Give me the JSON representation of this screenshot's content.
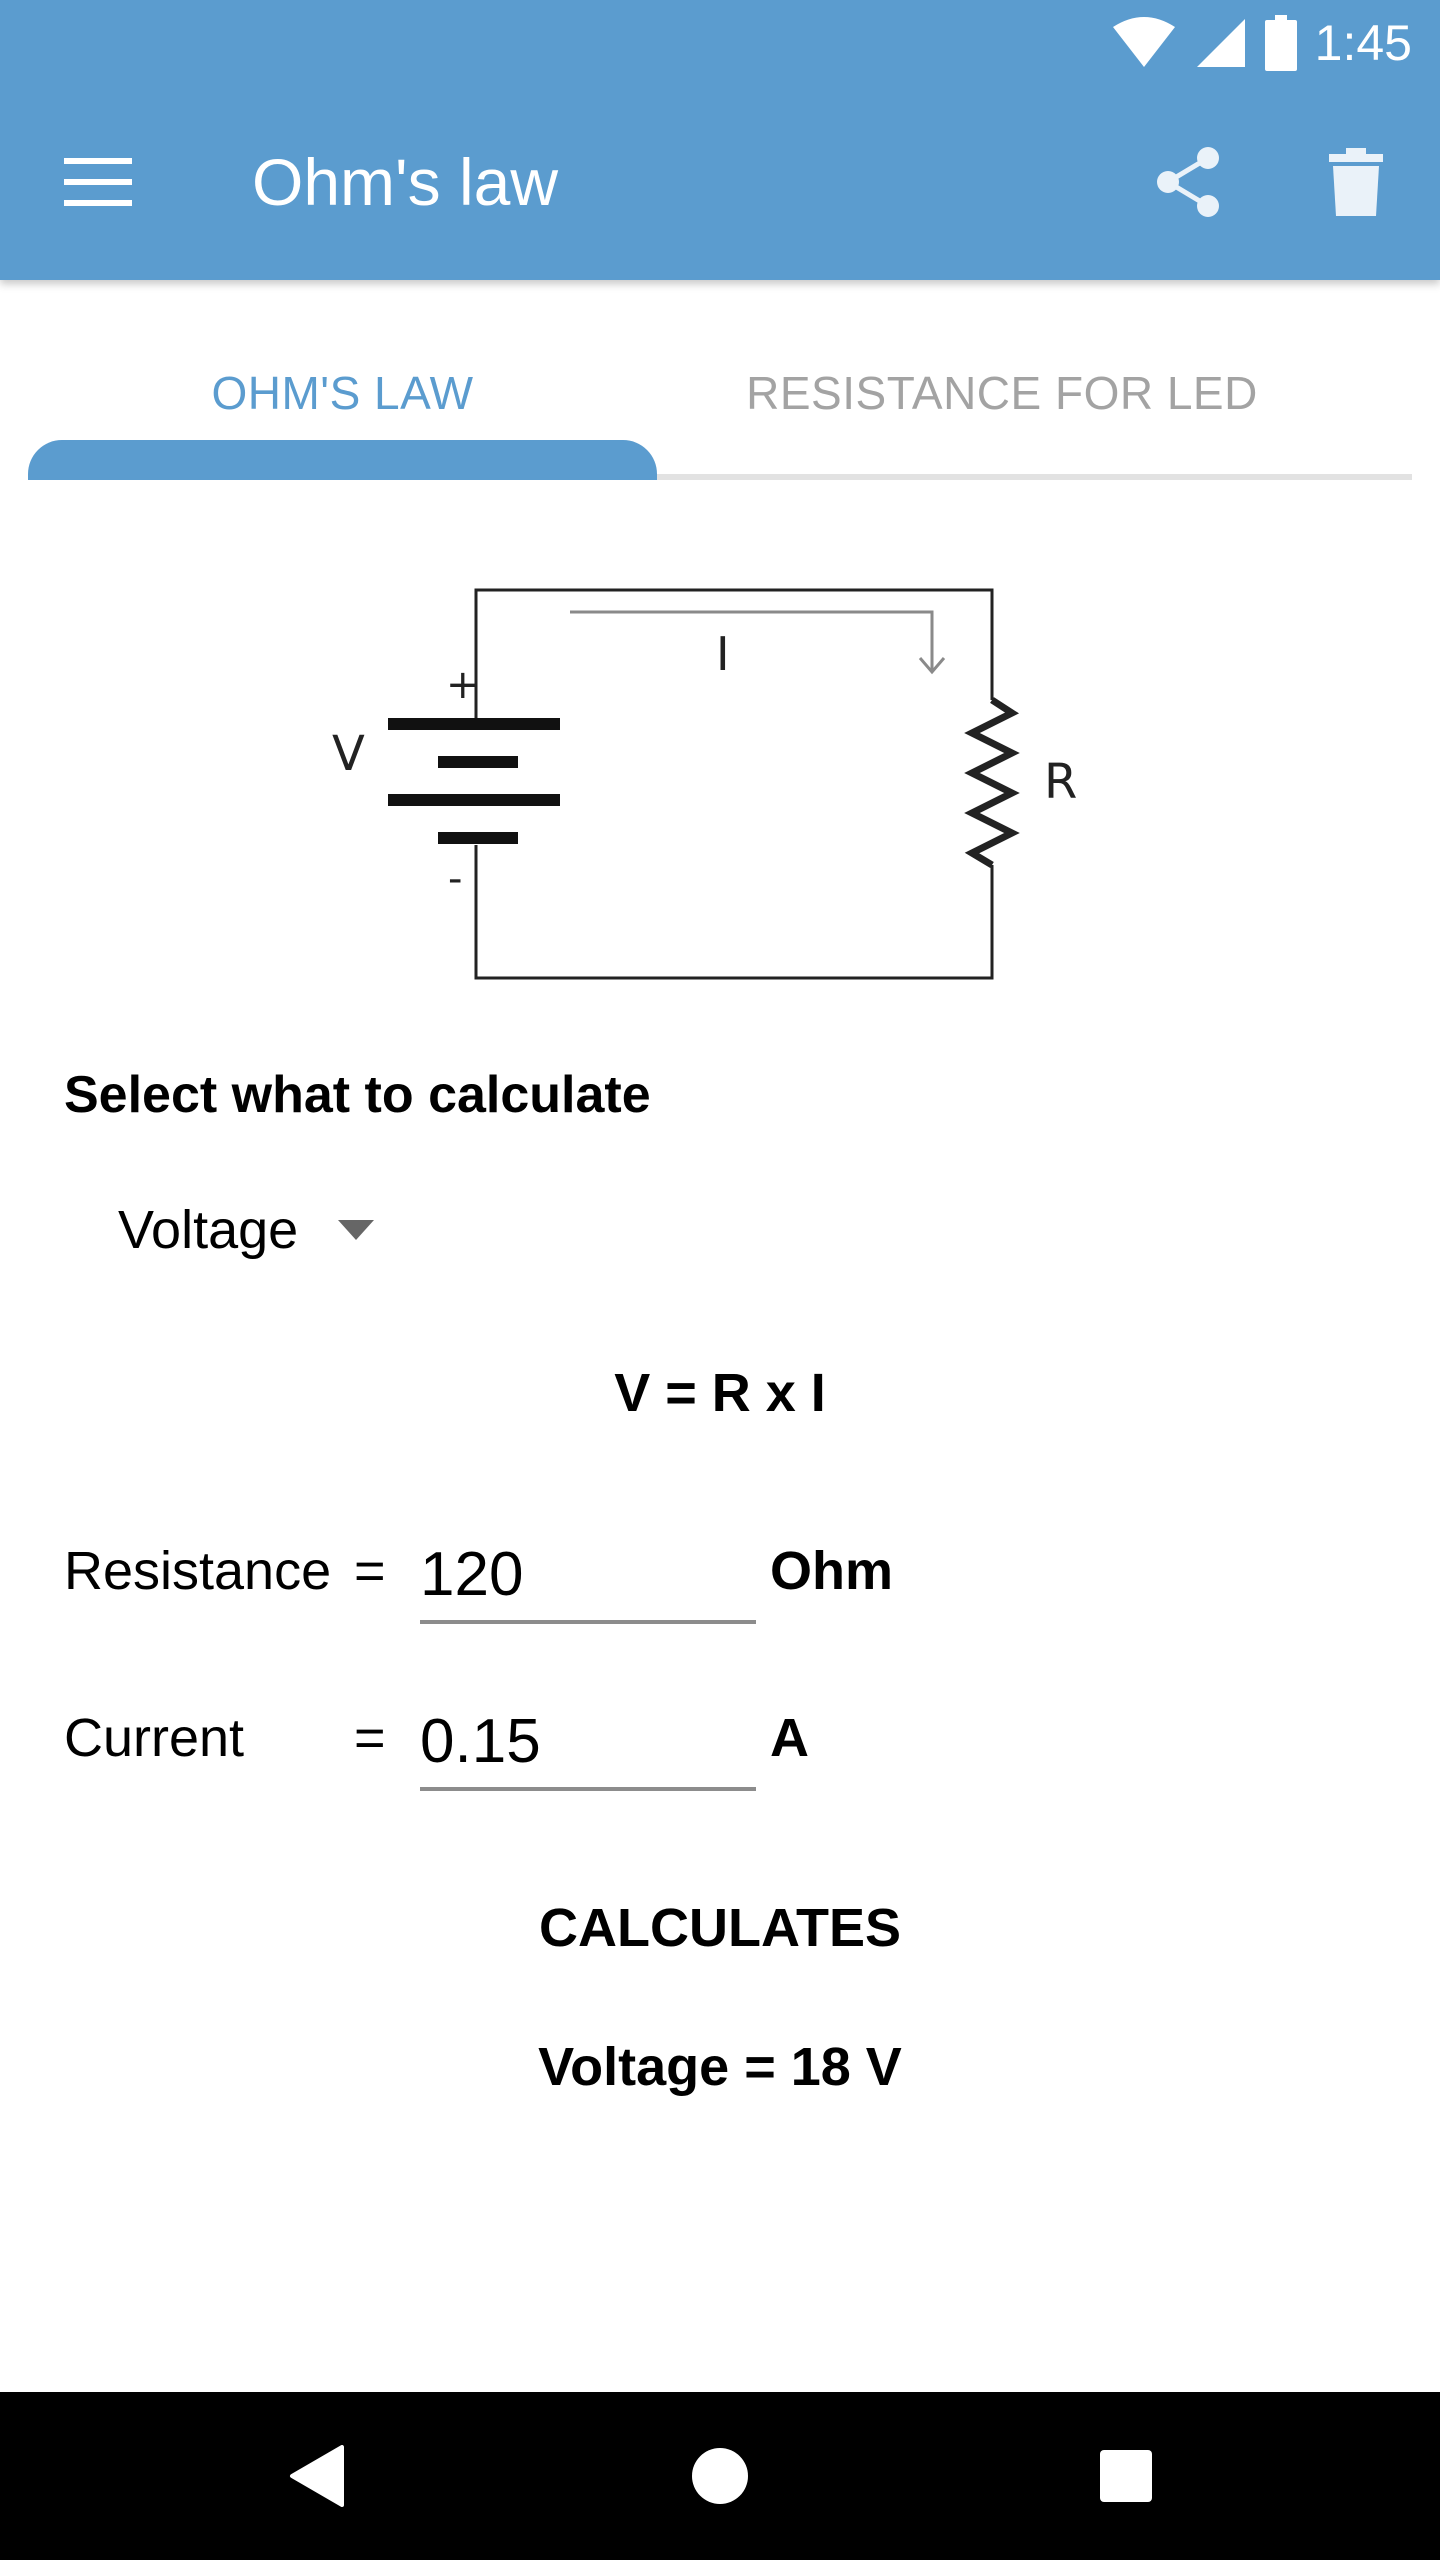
{
  "status_bar": {
    "time": "1:45"
  },
  "toolbar": {
    "title": "Ohm's law",
    "menu_icon": "hamburger-menu-icon",
    "share_icon": "share-icon",
    "delete_icon": "trash-icon"
  },
  "tabs": [
    {
      "label": "OHM'S LAW",
      "selected": true
    },
    {
      "label": "RESISTANCE FOR LED",
      "selected": false
    }
  ],
  "circuit": {
    "voltage_label": "V",
    "current_label": "I",
    "resistor_label": "R",
    "plus_label": "+",
    "minus_label": "-"
  },
  "form": {
    "select_heading": "Select what to calculate",
    "selected_quantity": "Voltage",
    "formula": "V = R x I",
    "resistance": {
      "label": "Resistance",
      "equals": "=",
      "value": "120",
      "unit": "Ohm"
    },
    "current": {
      "label": "Current",
      "equals": "=",
      "value": "0.15",
      "unit": "A"
    },
    "calculate_label": "CALCULATES",
    "result": "Voltage = 18 V"
  },
  "colors": {
    "primary": "#5b9ccf",
    "inactive_tab": "#a3a3a3"
  }
}
